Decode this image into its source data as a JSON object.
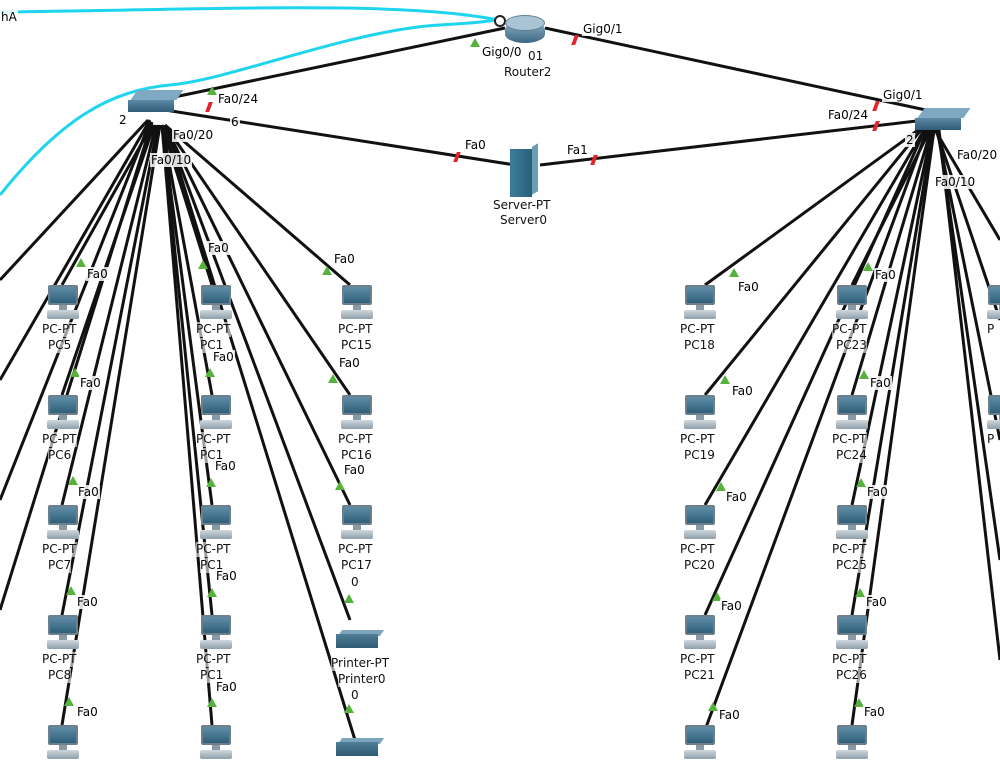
{
  "partial_label_topleft": "hA",
  "router": {
    "name": "Router2",
    "model_partial": "01",
    "ports": [
      "Gig0/0",
      "Gig0/1"
    ]
  },
  "server": {
    "model": "Server-PT",
    "name": "Server0",
    "ports": [
      "Fa0",
      "Fa1"
    ]
  },
  "switch_left": {
    "ports": [
      "Fa0/24",
      "Fa0/20",
      "Fa0/10"
    ],
    "partial": "2",
    "partial2": "6"
  },
  "switch_right": {
    "ports": [
      "Gig0/1",
      "Fa0/24",
      "Fa0/20",
      "Fa0/10"
    ],
    "partial": "2"
  },
  "port_label_fa0": "Fa0",
  "pc_model": "PC-PT",
  "pcs_left_col1": [
    "PC5",
    "PC6",
    "PC7",
    "PC8"
  ],
  "pcs_left_col2": [
    "PC1",
    "PC1",
    "PC1",
    "PC1"
  ],
  "pcs_left_col3": [
    "PC15",
    "PC16",
    "PC17"
  ],
  "pcs_right_col1": [
    "PC18",
    "PC19",
    "PC20",
    "PC21"
  ],
  "pcs_right_col2": [
    "PC23",
    "PC24",
    "PC25",
    "PC26"
  ],
  "pcs_right_col3_partial": [
    "P",
    "P"
  ],
  "printer": {
    "model": "Printer-PT",
    "name": "Printer0"
  },
  "digit_zero": "0",
  "colors": {
    "cable": "#000000",
    "console_cable": "#1ed4ee",
    "link_up": "#55b23a",
    "link_down": "#e0262b"
  }
}
